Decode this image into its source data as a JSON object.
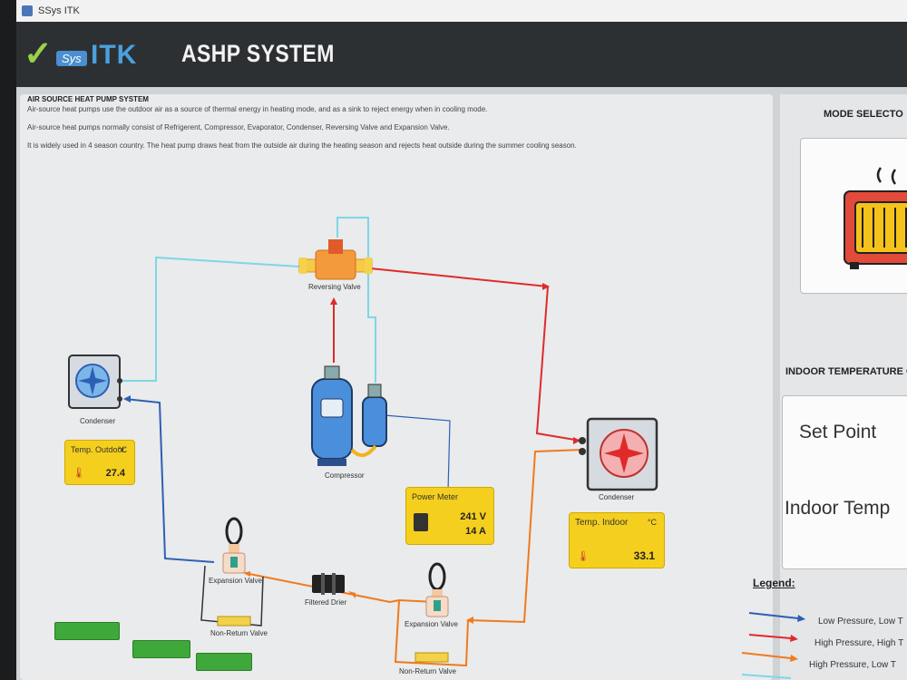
{
  "window": {
    "title": "SSys ITK"
  },
  "header": {
    "logo_sys": "Sys",
    "logo_itk": "ITK",
    "title": "ASHP SYSTEM"
  },
  "description": {
    "heading": "AIR SOURCE HEAT PUMP SYSTEM",
    "p1": "Air-source heat pumps use the outdoor air as a source of thermal energy in heating mode, and as a sink to reject energy when in cooling mode.",
    "p2": "Air-source heat pumps normally consist of Refrigerent, Compressor, Evaporator, Condenser,  Reversing Valve and Expansion Valve.",
    "p3": "It is widely used in 4 season country. The heat pump draws heat from the outside air during the heating season and rejects heat outside during the summer cooling season."
  },
  "diagram": {
    "reversing_valve": "Reversing Valve",
    "compressor": "Compressor",
    "condenser_left": "Condenser",
    "condenser_right": "Condenser",
    "expansion_left": "Expansion Valve",
    "expansion_right": "Expansion Valve",
    "filtered_drier": "Filtered Drier",
    "non_return_left": "Non-Return Valve",
    "non_return_right": "Non-Return Valve"
  },
  "sensors": {
    "outdoor": {
      "title": "Temp. Outdoor",
      "unit": "°C",
      "value": "27.4"
    },
    "indoor": {
      "title": "Temp. Indoor",
      "unit": "°C",
      "value": "33.1"
    },
    "power": {
      "title": "Power Meter",
      "voltage": "241 V",
      "current": "14 A"
    }
  },
  "right_panel": {
    "mode_title": "MODE SELECTO",
    "temp_title": "INDOOR TEMPERATURE C",
    "set_point": "Set Point",
    "indoor_temp": "Indoor Temp"
  },
  "legend": {
    "title": "Legend:",
    "items": [
      {
        "label": "Low Pressure, Low T",
        "color": "#2f5fb3"
      },
      {
        "label": "High Pressure, High T",
        "color": "#e02a2a"
      },
      {
        "label": "High Pressure, Low T",
        "color": "#f07a1e"
      },
      {
        "label": "",
        "color": "#7fd6e6"
      }
    ]
  },
  "colors": {
    "low_pressure_low_temp": "#2f5fb3",
    "high_pressure_high_temp": "#e02a2a",
    "high_pressure_low_temp": "#f07a1e",
    "low_pressure_high_temp": "#7fd6e6",
    "sensor_bg": "#f5cf1e",
    "header_bg": "#2d3033"
  }
}
